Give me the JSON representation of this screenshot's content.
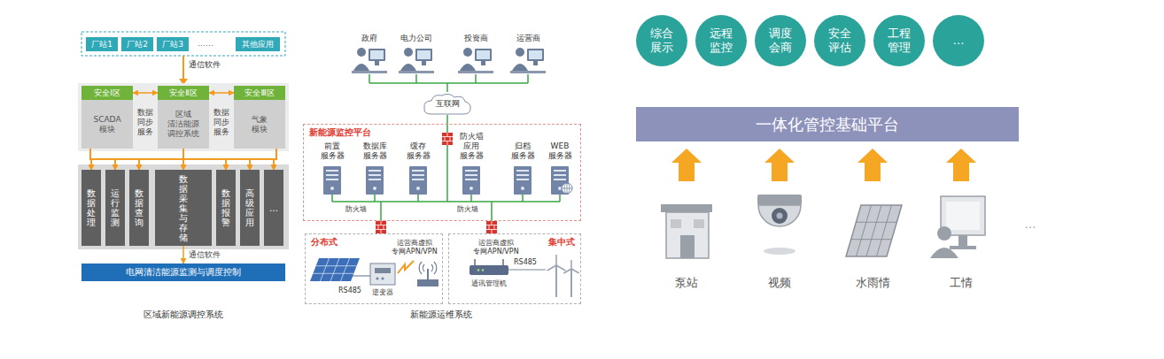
{
  "diagram": {
    "nodes": [
      {
        "text": [
          "厂站1"
        ]
      },
      {
        "text": [
          "厂站2"
        ]
      },
      {
        "text": [
          "厂站3"
        ]
      },
      {
        "text": [
          "其他应用"
        ]
      },
      {
        "text": [
          "安全Ⅰ区",
          "SCADA 模块"
        ]
      },
      {
        "text": [
          "安全Ⅱ区",
          "区域 清洁能源 调控系统"
        ]
      },
      {
        "text": [
          "安全Ⅲ区",
          "气象 模块"
        ]
      },
      {
        "text": [
          "数据处理"
        ]
      },
      {
        "text": [
          "运行监测"
        ]
      },
      {
        "text": [
          "数据查询"
        ]
      },
      {
        "text": [
          "数据采集与存储"
        ]
      },
      {
        "text": [
          "数据报警"
        ]
      },
      {
        "text": [
          "高级应用"
        ]
      },
      {
        "text": [
          "…"
        ]
      },
      {
        "text": [
          "电网清洁能源监测与调度控制"
        ]
      },
      {
        "text": [
          "互联网"
        ]
      },
      {
        "text": [
          "新能源监控平台"
        ]
      },
      {
        "text": [
          "分布式"
        ]
      },
      {
        "text": [
          "集中式"
        ]
      },
      {
        "text": [
          "综合 展示"
        ]
      },
      {
        "text": [
          "远程 监控"
        ]
      },
      {
        "text": [
          "调度 会商"
        ]
      },
      {
        "text": [
          "安全 评估"
        ]
      },
      {
        "text": [
          "工程 管理"
        ]
      },
      {
        "text": [
          "…"
        ]
      },
      {
        "text": [
          "一体化管控基础平台"
        ]
      }
    ],
    "edges": [
      {
        "from": 4,
        "to": 5,
        "label": "数据 同步 服务",
        "arrow": "both"
      },
      {
        "from": 5,
        "to": 6,
        "label": "数据 同步 服务",
        "arrow": "both"
      },
      {
        "from": 4,
        "to": 7,
        "arrow": "to"
      },
      {
        "from": 4,
        "to": 8,
        "arrow": "to"
      },
      {
        "from": 4,
        "to": 9,
        "arrow": "to"
      },
      {
        "from": 4,
        "to": 10,
        "arrow": "to"
      },
      {
        "from": 4,
        "to": 11,
        "arrow": "to"
      },
      {
        "from": 4,
        "to": 12,
        "arrow": "to"
      },
      {
        "from": 4,
        "to": 13,
        "arrow": "to"
      },
      {
        "from": 5,
        "to": 7,
        "arrow": "to"
      },
      {
        "from": 5,
        "to": 8,
        "arrow": "to"
      },
      {
        "from": 5,
        "to": 9,
        "arrow": "to"
      },
      {
        "from": 5,
        "to": 10,
        "arrow": "to"
      },
      {
        "from": 5,
        "to": 11,
        "arrow": "to"
      },
      {
        "from": 5,
        "to": 12,
        "arrow": "to"
      },
      {
        "from": 5,
        "to": 13,
        "arrow": "to"
      },
      {
        "from": 6,
        "to": 7,
        "arrow": "to"
      },
      {
        "from": 6,
        "to": 8,
        "arrow": "to"
      },
      {
        "from": 6,
        "to": 9,
        "arrow": "to"
      },
      {
        "from": 6,
        "to": 10,
        "arrow": "to"
      },
      {
        "from": 6,
        "to": 11,
        "arrow": "to"
      },
      {
        "from": 6,
        "to": 12,
        "arrow": "to"
      },
      {
        "from": 6,
        "to": 13,
        "arrow": "to"
      },
      {
        "from": 10,
        "to": 14,
        "label": "通信软件",
        "arrow": "to"
      },
      {
        "from": 15,
        "to": 16,
        "arrow": "none"
      },
      {
        "from": 16,
        "to": 17,
        "arrow": "none"
      },
      {
        "from": 16,
        "to": 18,
        "arrow": "none"
      }
    ],
    "labels": [
      "……",
      "通信软件",
      "区域新能源调控系统",
      "政府",
      "电力公司",
      "投资商",
      "运营商",
      "前置 服务器",
      "数据库 服务器",
      "缓存 服务器",
      "防火墙 应用 服务器",
      "归档 服务器",
      "WEB 服务器",
      "防火墙",
      "防火墙",
      "运营商虚拟 专网APN/VPN",
      "RS485",
      "逆变器",
      "运营商虚拟 专网APN/VPN",
      "RS485",
      "通讯管理机",
      "新能源运维系统",
      "泵站",
      "视频",
      "水雨情",
      "工情",
      "…"
    ]
  }
}
